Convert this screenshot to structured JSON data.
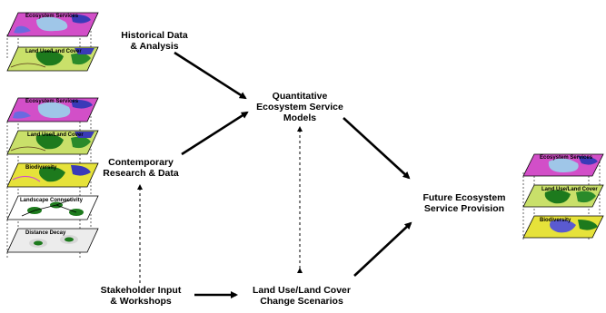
{
  "nodes": {
    "historical": {
      "line1": "Historical Data",
      "line2": "& Analysis"
    },
    "contemporary": {
      "line1": "Contemporary",
      "line2": "Research & Data"
    },
    "stakeholder": {
      "line1": "Stakeholder Input",
      "line2": "& Workshops"
    },
    "models": {
      "line1": "Quantitative",
      "line2": "Ecosystem Service",
      "line3": "Models"
    },
    "landuse_change": {
      "line1": "Land Use/Land Cover",
      "line2": "Change Scenarios"
    },
    "future": {
      "line1": "Future  Ecosystem",
      "line2": "Service Provision"
    }
  },
  "stacks": {
    "historical": [
      "Ecosystem Services",
      "Land Use/Land Cover"
    ],
    "contemporary": [
      "Ecosystem Services",
      "Land Use/Land Cover",
      "Biodiversity",
      "Landscape Connectivity",
      "Distance Decay"
    ],
    "future": [
      "Ecosystem Services",
      "Land Use/Land Cover",
      "Biodiversity"
    ]
  },
  "colors": {
    "ecosystem_services": "#d24fc8",
    "land_use": "#c9b06a",
    "biodiversity": "#e6e23a",
    "forest": "#1d7a1d",
    "water": "#9fc6e8",
    "arrow": "#000000"
  }
}
